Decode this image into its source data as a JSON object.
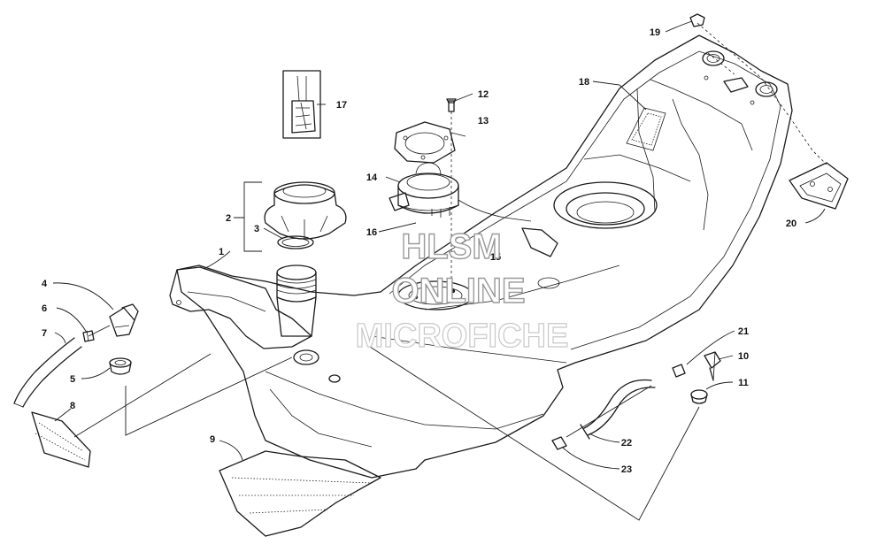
{
  "diagram": {
    "callouts": [
      "1",
      "2",
      "3",
      "4",
      "5",
      "6",
      "7",
      "8",
      "9",
      "10",
      "11",
      "12",
      "13",
      "14",
      "15",
      "16",
      "17",
      "18",
      "19",
      "20",
      "21",
      "22",
      "23"
    ]
  },
  "watermark": {
    "line1": "HLSM",
    "line2": "ONLINE",
    "line3": "MICROFICHE"
  }
}
